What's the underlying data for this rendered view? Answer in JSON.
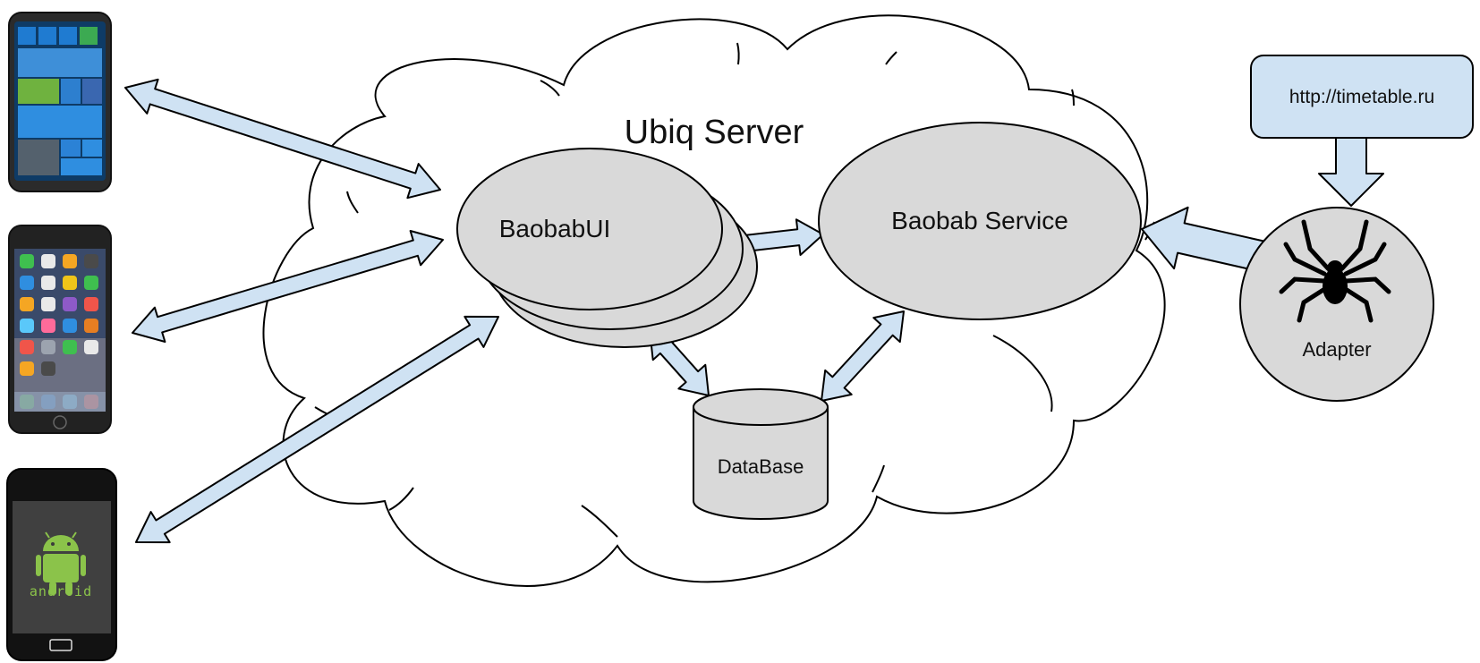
{
  "cloud": {
    "title": "Ubiq Server"
  },
  "nodes": {
    "baobab_ui": "BaobabUI",
    "baobab_service": "Baobab Service",
    "database": "DataBase",
    "adapter": "Adapter",
    "source_url": "http://timetable.ru"
  },
  "devices": {
    "android_wordmark": "android"
  },
  "colors": {
    "arrow_fill": "#cfe2f3",
    "node_fill": "#d9d9d9",
    "stroke": "#000000",
    "url_box_fill": "#cfe2f3",
    "android_green": "#8bc34a"
  },
  "icons": [
    "windows-phone-icon",
    "iphone-icon",
    "android-phone-icon",
    "spider-icon"
  ]
}
